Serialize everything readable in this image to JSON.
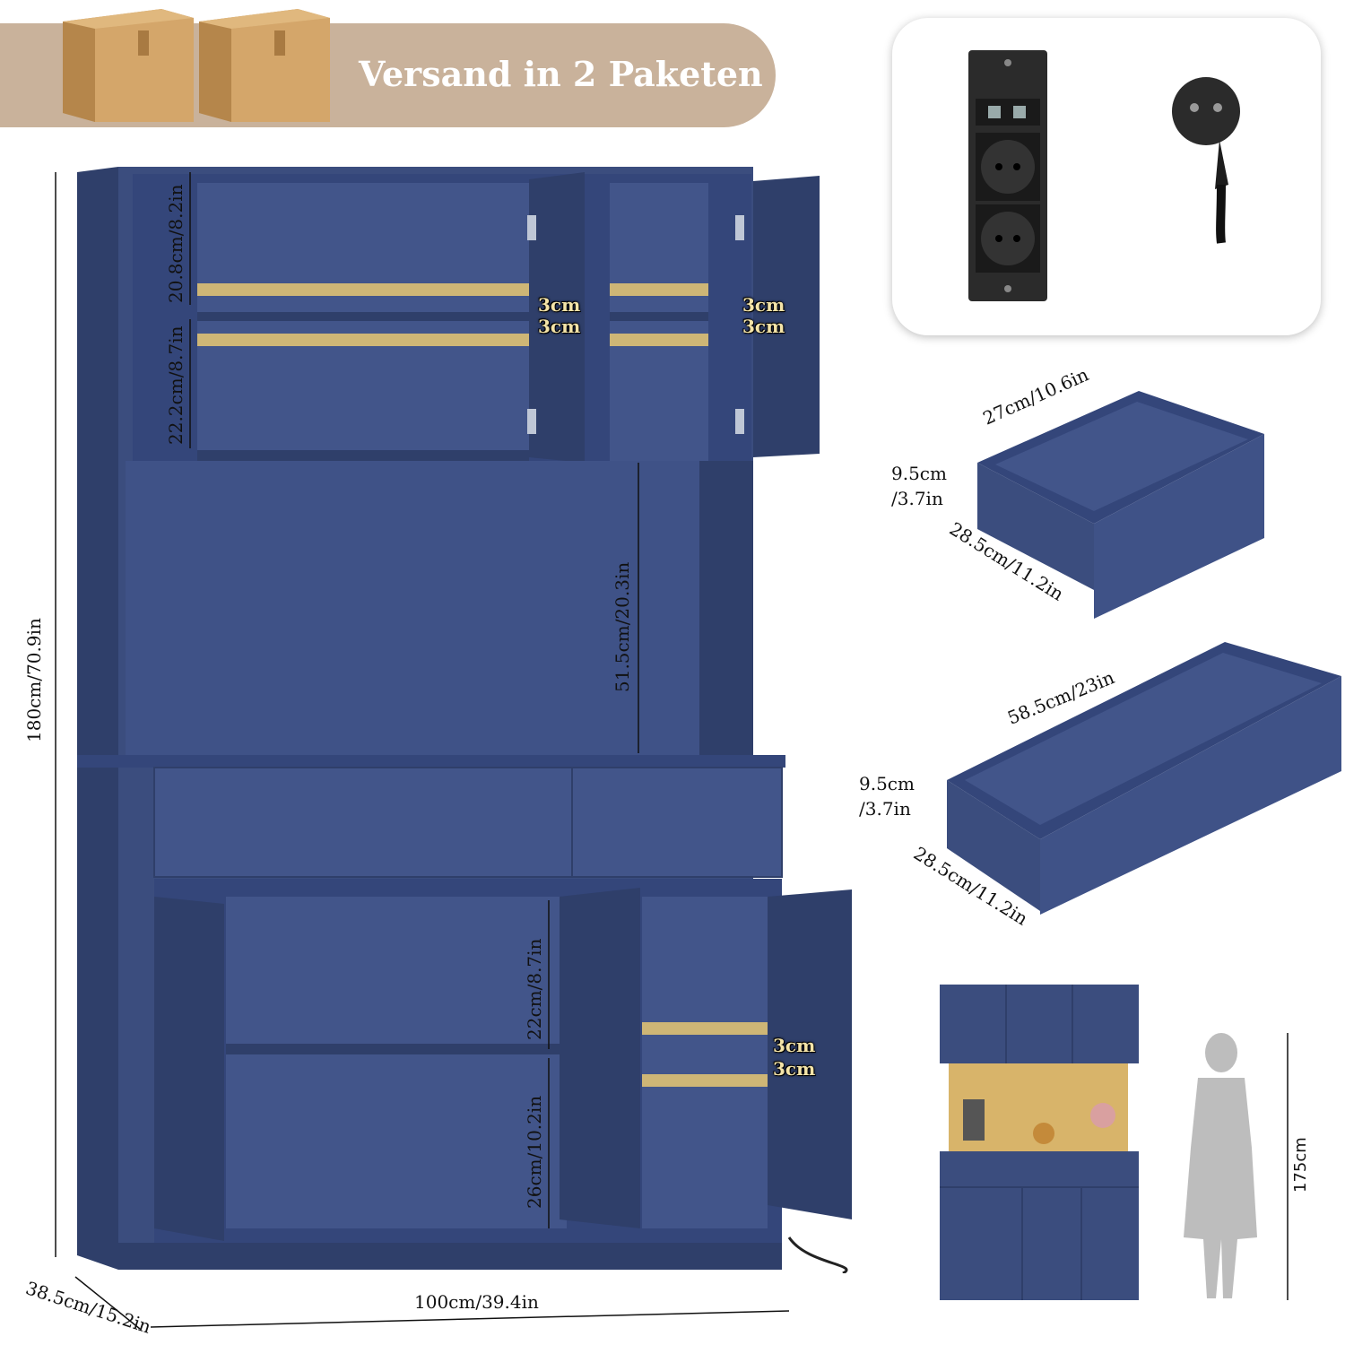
{
  "banner": {
    "text": "Versand in 2 Paketen"
  },
  "colors": {
    "cabinet": "#3b4d7e",
    "cabinet_dark": "#2f3f6a",
    "banner": "#c9b29b",
    "shelf_highlight": "#e6c872",
    "box": "#c99a5d"
  },
  "icons": {
    "boxes": "cardboard-box-icon",
    "power_strip": "power-strip-icon",
    "plug": "schuko-plug-icon",
    "person": "woman-silhouette-icon"
  },
  "cabinet": {
    "height_label": "180cm/70.9in",
    "width_label": "100cm/39.4in",
    "depth_label": "38.5cm/15.2in",
    "top_shelf_upper": "20.8cm/8.2in",
    "top_shelf_lower": "22.2cm/8.7in",
    "open_space": "51.5cm/20.3in",
    "lower_upper": "22cm/8.7in",
    "lower_lower": "26cm/10.2in",
    "adjust_step": "3cm"
  },
  "small_drawer": {
    "width": "27cm/10.6in",
    "height_1": "9.5cm",
    "height_2": "/3.7in",
    "depth": "28.5cm/11.2in"
  },
  "large_drawer": {
    "width": "58.5cm/23in",
    "height_1": "9.5cm",
    "height_2": "/3.7in",
    "depth": "28.5cm/11.2in"
  },
  "scale": {
    "person_height": "175cm"
  }
}
